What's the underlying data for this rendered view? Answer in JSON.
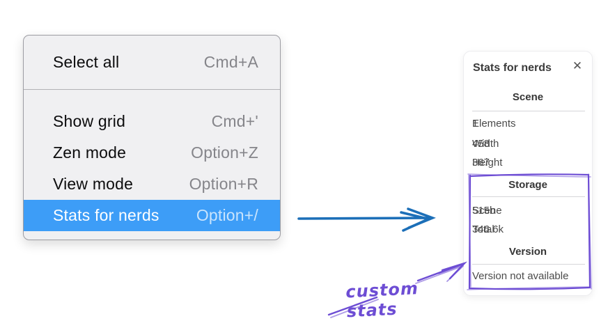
{
  "context_menu": {
    "sections": [
      {
        "items": [
          {
            "label": "Select all",
            "shortcut": "Cmd+A"
          }
        ]
      },
      {
        "items": [
          {
            "label": "Show grid",
            "shortcut": "Cmd+'"
          },
          {
            "label": "Zen mode",
            "shortcut": "Option+Z"
          },
          {
            "label": "View mode",
            "shortcut": "Option+R"
          },
          {
            "label": "Stats for nerds",
            "shortcut": "Option+/",
            "highlighted": true
          }
        ]
      }
    ]
  },
  "stats_panel": {
    "title": "Stats for nerds",
    "close_icon": "✕",
    "scene_section": {
      "heading": "Scene",
      "rows": [
        {
          "label": "Elements",
          "value": "1"
        },
        {
          "label": "Width",
          "value": "458"
        },
        {
          "label": "Height",
          "value": "367"
        }
      ]
    },
    "storage_section": {
      "heading": "Storage",
      "rows": [
        {
          "label": "Scene",
          "value": "515b"
        },
        {
          "label": "Total",
          "value": "346.6k"
        }
      ]
    },
    "version_section": {
      "heading": "Version",
      "note": "Version not available"
    }
  },
  "annotation": {
    "label": "custom stats"
  },
  "colors": {
    "menu_highlight": "#3d9df7",
    "arrow_blue": "#1c6fb8",
    "annotation_purple": "#6d4dd4"
  }
}
